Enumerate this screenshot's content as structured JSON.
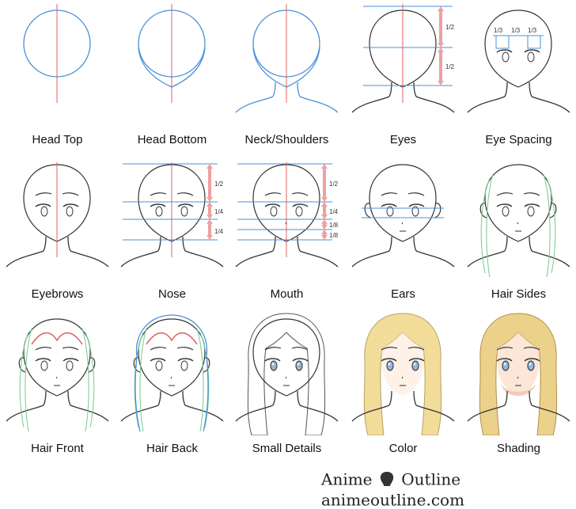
{
  "steps": [
    {
      "label": "Head Top"
    },
    {
      "label": "Head Bottom"
    },
    {
      "label": "Neck/Shoulders"
    },
    {
      "label": "Eyes"
    },
    {
      "label": "Eye Spacing"
    },
    {
      "label": "Eyebrows"
    },
    {
      "label": "Nose"
    },
    {
      "label": "Mouth"
    },
    {
      "label": "Ears"
    },
    {
      "label": "Hair Sides"
    },
    {
      "label": "Hair Front"
    },
    {
      "label": "Hair Back"
    },
    {
      "label": "Small Details"
    },
    {
      "label": "Color"
    },
    {
      "label": "Shading"
    }
  ],
  "measurements": {
    "eyes": [
      "1/2",
      "1/2"
    ],
    "eye_spacing": [
      "1/3",
      "1/3",
      "1/3"
    ],
    "nose": [
      "1/2",
      "1/4",
      "1/4"
    ],
    "mouth": [
      "1/2",
      "1/4",
      "1/8",
      "1/8"
    ]
  },
  "footer": {
    "brand_left": "Anime",
    "brand_right": "Outline",
    "website": "animeoutline.com"
  },
  "colors": {
    "guide_blue": "#4a90d9",
    "center_red": "#e06060",
    "hair_green": "#7dcf9a",
    "arrow_pink": "#f0a0a0",
    "hair_color": "#f2dc9a",
    "skin": "#fdf1e8"
  }
}
